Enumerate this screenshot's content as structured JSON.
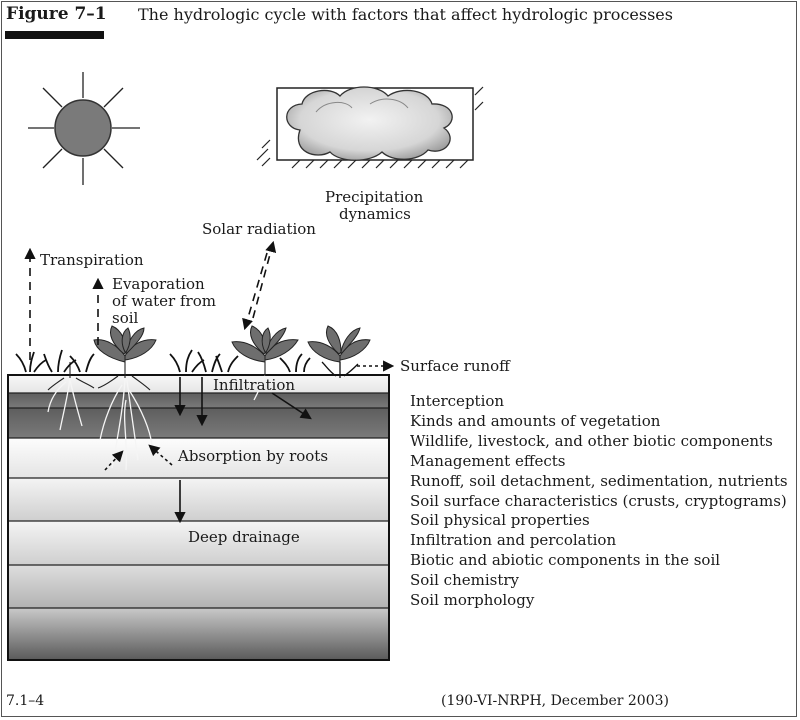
{
  "header": {
    "figure_label": "Figure 7–1",
    "title": "The hydrologic cycle with factors that affect hydrologic processes"
  },
  "diagram": {
    "labels": {
      "precipitation_line1": "Precipitation",
      "precipitation_line2": "dynamics",
      "solar_radiation": "Solar radiation",
      "transpiration": "Transpiration",
      "evaporation_line1": "Evaporation",
      "evaporation_line2": "of water from",
      "evaporation_line3": "soil",
      "surface_runoff": "Surface runoff",
      "infiltration": "Infiltration",
      "absorption": "Absorption by roots",
      "deep_drainage": "Deep drainage"
    },
    "icons": [
      "sun-icon",
      "cloud-icon",
      "plant-icon",
      "grass-icon"
    ],
    "colors": {
      "sun": "#7a7a7a",
      "layer_dark": "#6f6f6f",
      "layer_mid": "#8a8a8a",
      "layer_light": "#f0f0f0"
    }
  },
  "factors": [
    "Interception",
    "Kinds and amounts of vegetation",
    "Wildlife, livestock, and other biotic components",
    "Management effects",
    "Runoff, soil detachment, sedimentation, nutrients",
    "Soil surface characteristics (crusts, cryptograms)",
    "Soil physical properties",
    "Infiltration and percolation",
    "Biotic and abiotic components in the soil",
    "Soil chemistry",
    "Soil morphology"
  ],
  "footer": {
    "page_number": "7.1–4",
    "reference": "(190-VI-NRPH, December 2003)"
  }
}
